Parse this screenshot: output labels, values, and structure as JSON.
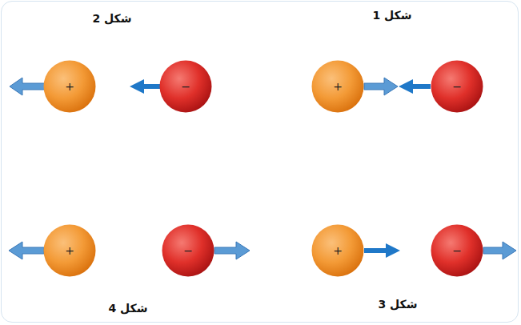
{
  "diagram": {
    "nodes": [
      {
        "text": [
          "+"
        ]
      },
      {
        "text": [
          "−"
        ]
      },
      {
        "text": [
          "+"
        ]
      },
      {
        "text": [
          "−"
        ]
      },
      {
        "text": [
          "+"
        ]
      },
      {
        "text": [
          "−"
        ]
      },
      {
        "text": [
          "+"
        ]
      },
      {
        "text": [
          "−"
        ]
      }
    ],
    "labels": [
      "شكل 2",
      "شكل 1",
      "شكل 4",
      "شكل 3"
    ]
  }
}
